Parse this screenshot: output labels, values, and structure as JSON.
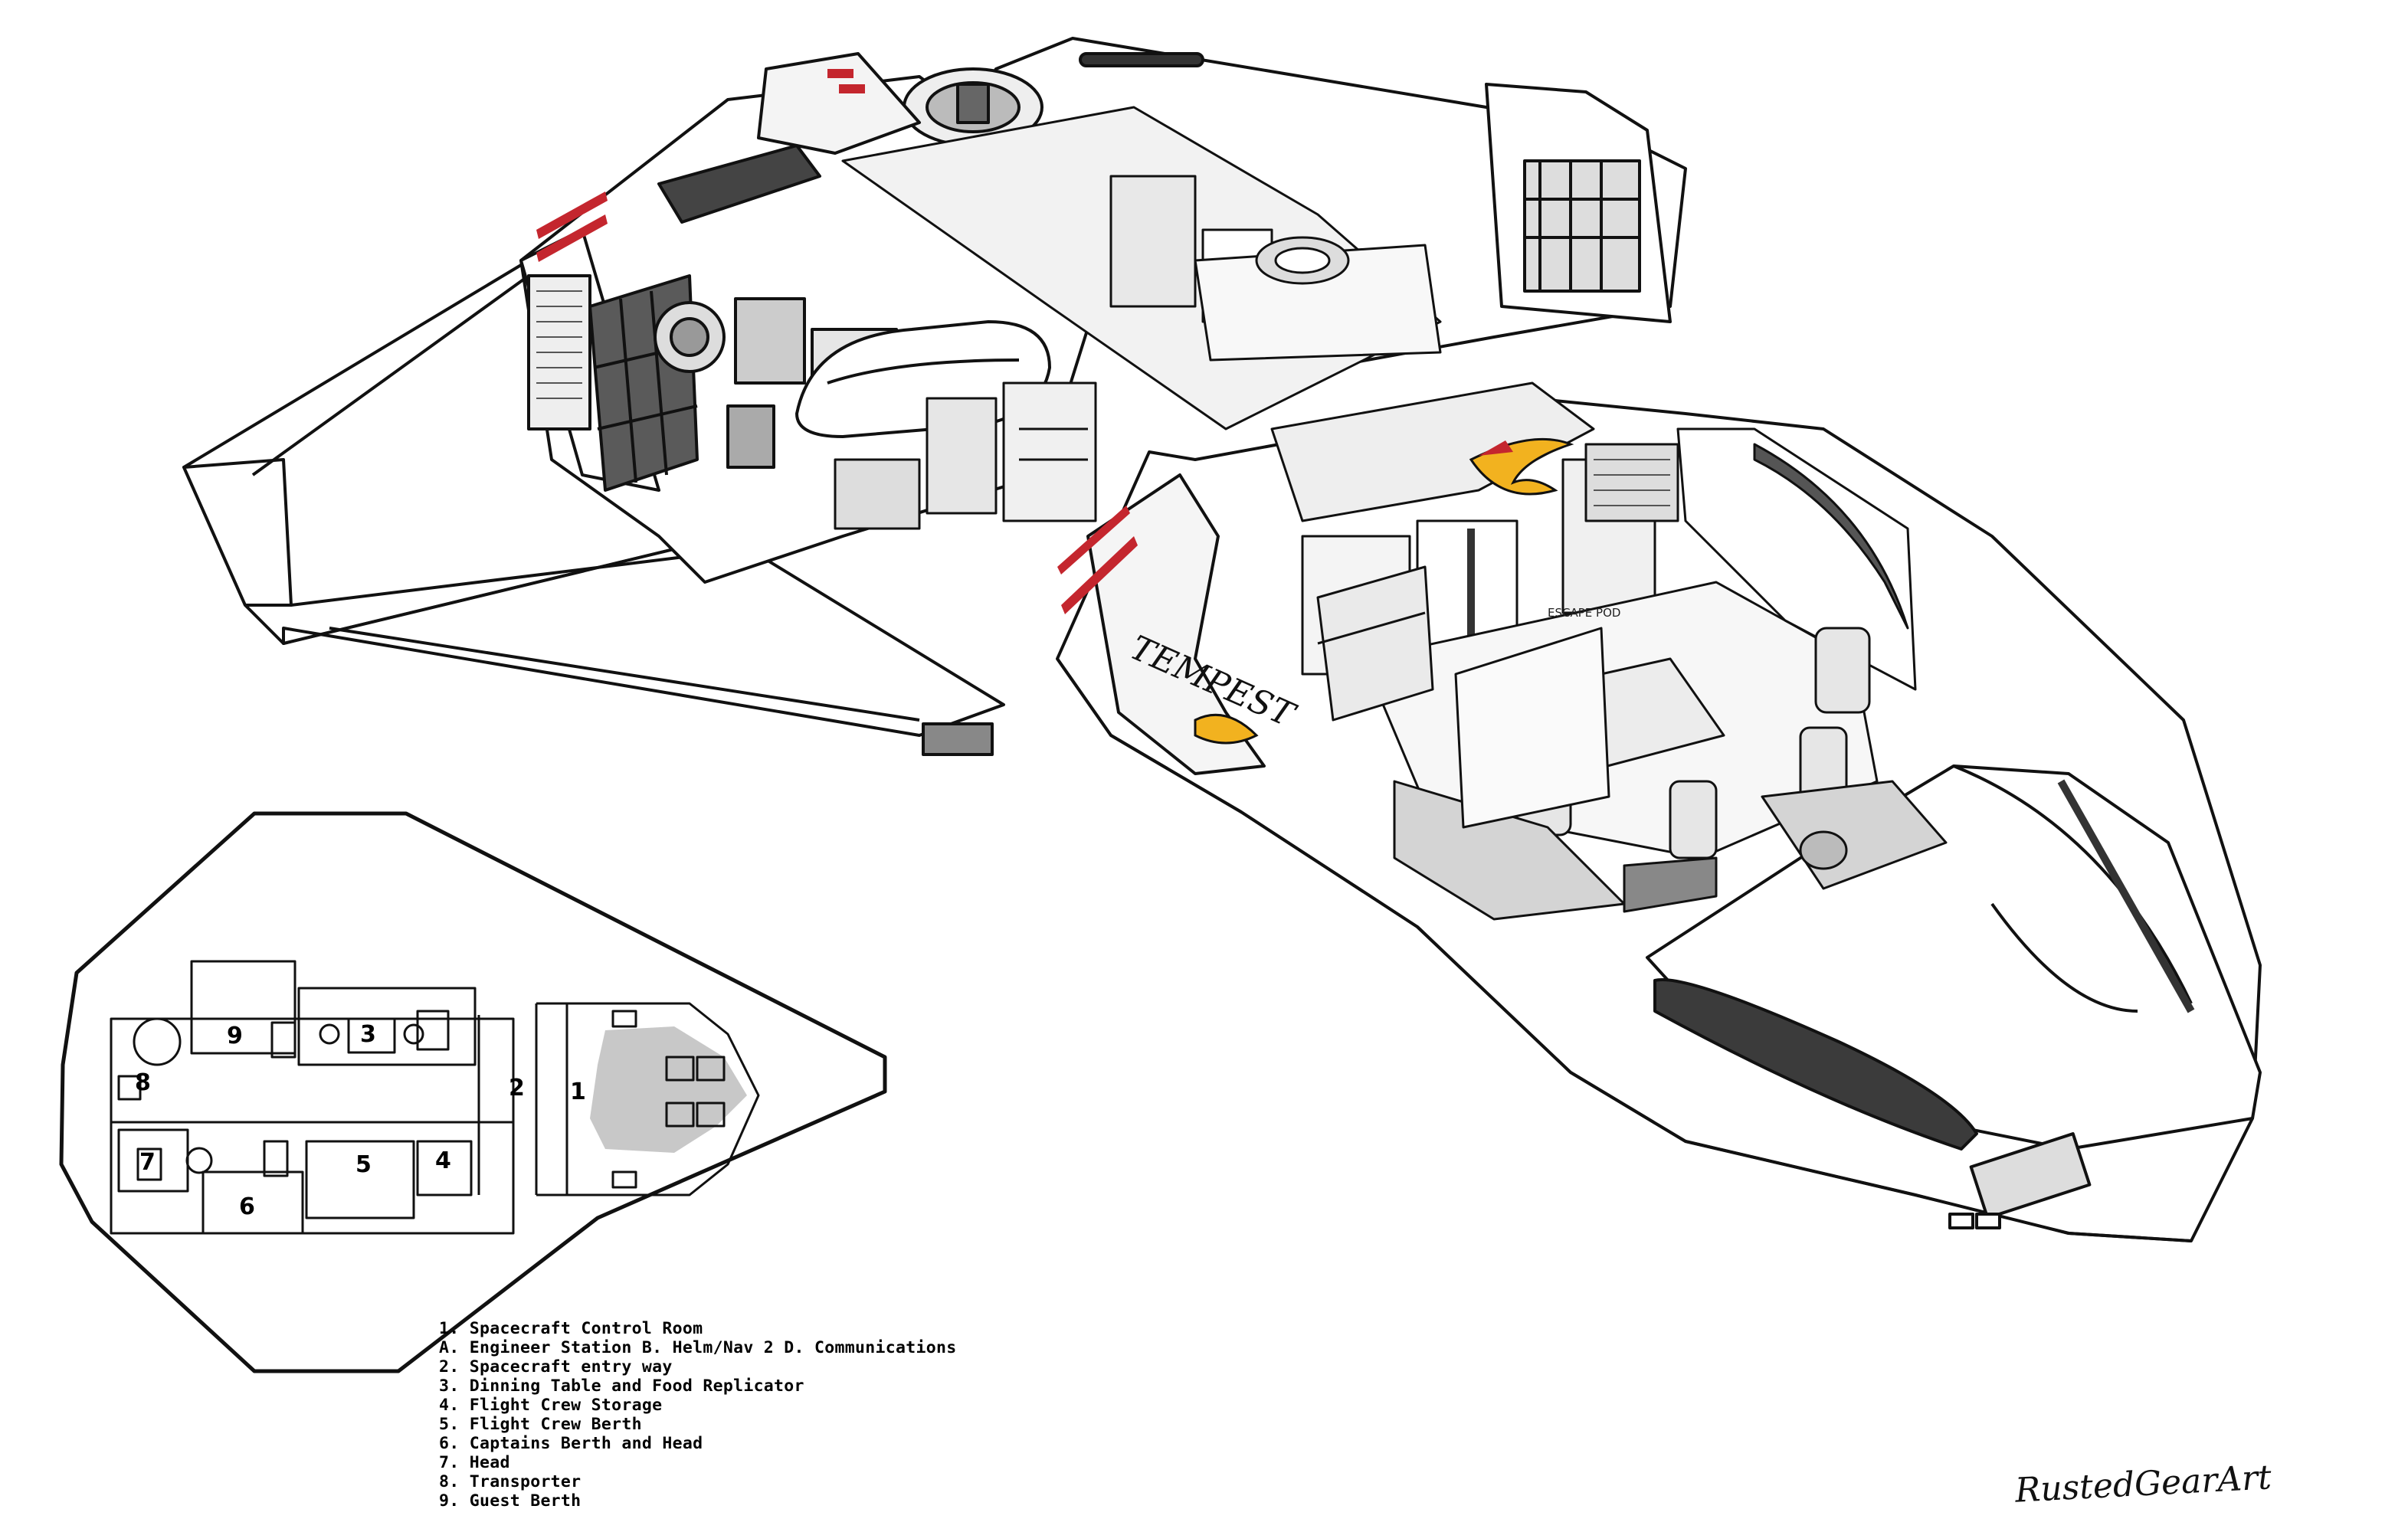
{
  "ship_decal": "TEMPEST",
  "escape_pod_label": "ESCAPE POD",
  "floor_plan": {
    "room_numbers": [
      "1",
      "2",
      "3",
      "4",
      "5",
      "6",
      "7",
      "8",
      "9"
    ]
  },
  "legend": {
    "items": [
      "1. Spacecraft Control Room",
      "A. Engineer Station B. Helm/Nav 2 D. Communications",
      "2. Spacecraft entry way",
      "3. Dinning Table and Food Replicator",
      "4. Flight Crew Storage",
      "5. Flight Crew Berth",
      "6. Captains Berth and Head",
      "7. Head",
      "8. Transporter",
      "9. Guest Berth"
    ]
  },
  "signature": "RustedGearArt",
  "colors": {
    "stripe": "#c4262e",
    "accent": "#f2b21f",
    "line": "#111111",
    "plan_fill": "#c8c8c8",
    "window_dark": "#3b3b3b"
  }
}
